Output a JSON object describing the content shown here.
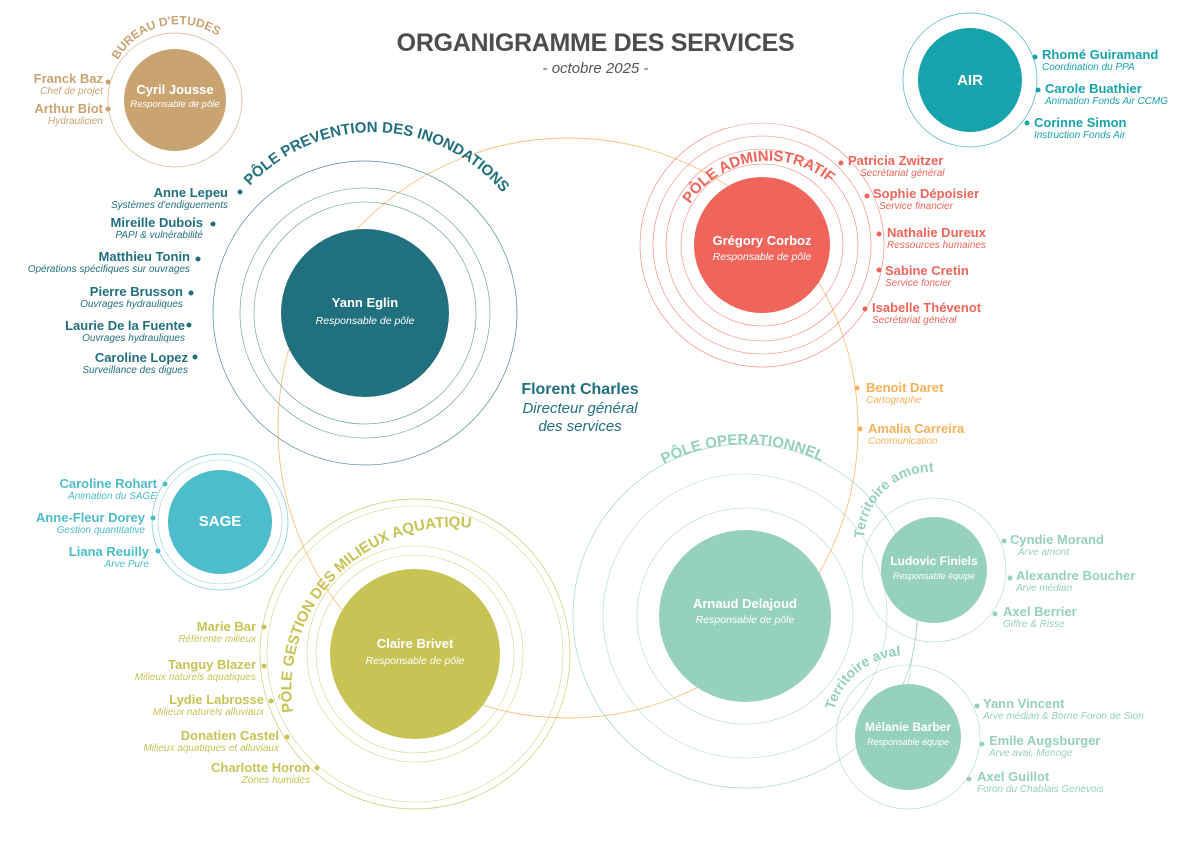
{
  "header": {
    "title": "ORGANIGRAMME DES SERVICES",
    "subtitle": "- octobre 2025 -"
  },
  "colors": {
    "title": "#4d4d4d",
    "bureau": "#c9a470",
    "prevention": "#21707f",
    "administratif": "#f0655b",
    "air": "#17a3ac",
    "sage": "#4dbccb",
    "milieux": "#c8c355",
    "operationnel": "#95d1bc",
    "direction": "#f8b15a"
  },
  "direction": {
    "name": "Florent Charles",
    "role_line1": "Directeur général",
    "role_line2": "des services",
    "members": [
      {
        "name": "Benoit Daret",
        "role": "Cartographe"
      },
      {
        "name": "Amalia Carreira",
        "role": "Communication"
      }
    ]
  },
  "bureau": {
    "label": "BUREAU D'ETUDES",
    "head": {
      "name": "Cyril Jousse",
      "role": "Responsable de pôle"
    },
    "members": [
      {
        "name": "Franck Baz",
        "role": "Chef de projet"
      },
      {
        "name": "Arthur Biot",
        "role": "Hydraulicien"
      }
    ]
  },
  "air": {
    "label": "AIR",
    "members": [
      {
        "name": "Rhomé Guiramand",
        "role": "Coordination du PPA"
      },
      {
        "name": "Carole Buathier",
        "role": "Animation Fonds Air CCMG"
      },
      {
        "name": "Corinne Simon",
        "role": "Instruction Fonds Air"
      }
    ]
  },
  "prevention": {
    "label": "PÔLE PREVENTION DES INONDATIONS",
    "head": {
      "name": "Yann Eglin",
      "role": "Responsable de pôle"
    },
    "members": [
      {
        "name": "Anne Lepeu",
        "role": "Systèmes d'endiguements"
      },
      {
        "name": "Mireille Dubois",
        "role": "PAPI & vulnérabilité"
      },
      {
        "name": "Matthieu Tonin",
        "role": "Opérations spécifiques sur ouvrages"
      },
      {
        "name": "Pierre Brusson",
        "role": "Ouvrages hydrauliques"
      },
      {
        "name": "Laurie De la Fuente",
        "role": "Ouvrages hydrauliques"
      },
      {
        "name": "Caroline Lopez",
        "role": "Surveillance des digues"
      }
    ]
  },
  "administratif": {
    "label": "PÔLE ADMINISTRATIF",
    "head": {
      "name": "Grégory Corboz",
      "role": "Responsable de pôle"
    },
    "members": [
      {
        "name": "Patricia Zwitzer",
        "role": "Secrétariat général"
      },
      {
        "name": "Sophie Dépoisier",
        "role": "Service financier"
      },
      {
        "name": "Nathalie Dureux",
        "role": "Ressources humaines"
      },
      {
        "name": "Sabine Cretin",
        "role": "Service foncier"
      },
      {
        "name": "Isabelle Thévenot",
        "role": "Secrétariat général"
      }
    ]
  },
  "sage": {
    "label": "SAGE",
    "members": [
      {
        "name": "Caroline Rohart",
        "role": "Animation du SAGE"
      },
      {
        "name": "Anne-Fleur Dorey",
        "role": "Gestion quantitative"
      },
      {
        "name": "Liana Reuilly",
        "role": "Arve Pure"
      }
    ]
  },
  "milieux": {
    "label": "PÔLE GESTION DES MILIEUX AQUATIQUES",
    "head": {
      "name": "Claire Brivet",
      "role": "Responsable de pôle"
    },
    "members": [
      {
        "name": "Marie Bar",
        "role": "Référente milieux"
      },
      {
        "name": "Tanguy Blazer",
        "role": "Milieux naturels aquatiques"
      },
      {
        "name": "Lydie Labrosse",
        "role": "Milieux naturels alluviaux"
      },
      {
        "name": "Donatien Castel",
        "role": "Milieux aquatiques et alluviaux"
      },
      {
        "name": "Charlotte Horon",
        "role": "Zones humides"
      }
    ]
  },
  "operationnel": {
    "label": "PÔLE OPERATIONNEL",
    "head": {
      "name": "Arnaud Delajoud",
      "role": "Responsable de pôle"
    },
    "amont": {
      "label": "Territoire amont",
      "head": {
        "name": "Ludovic Finiels",
        "role": "Responsable équipe"
      },
      "members": [
        {
          "name": "Cyndie Morand",
          "role": "Arve amont"
        },
        {
          "name": "Alexandre Boucher",
          "role": "Arve médian"
        },
        {
          "name": "Axel Berrier",
          "role": "Giffre & Risse"
        }
      ]
    },
    "aval": {
      "label": "Territoire aval",
      "head": {
        "name": "Mélanie Barber",
        "role": "Responsable équipe"
      },
      "members": [
        {
          "name": "Yann Vincent",
          "role": "Arve médian & Borne Foron de Sion"
        },
        {
          "name": "Emile Augsburger",
          "role": "Arve aval, Menoge"
        },
        {
          "name": "Axel Guillot",
          "role": "Foron du Chablais Genevois"
        }
      ]
    }
  }
}
